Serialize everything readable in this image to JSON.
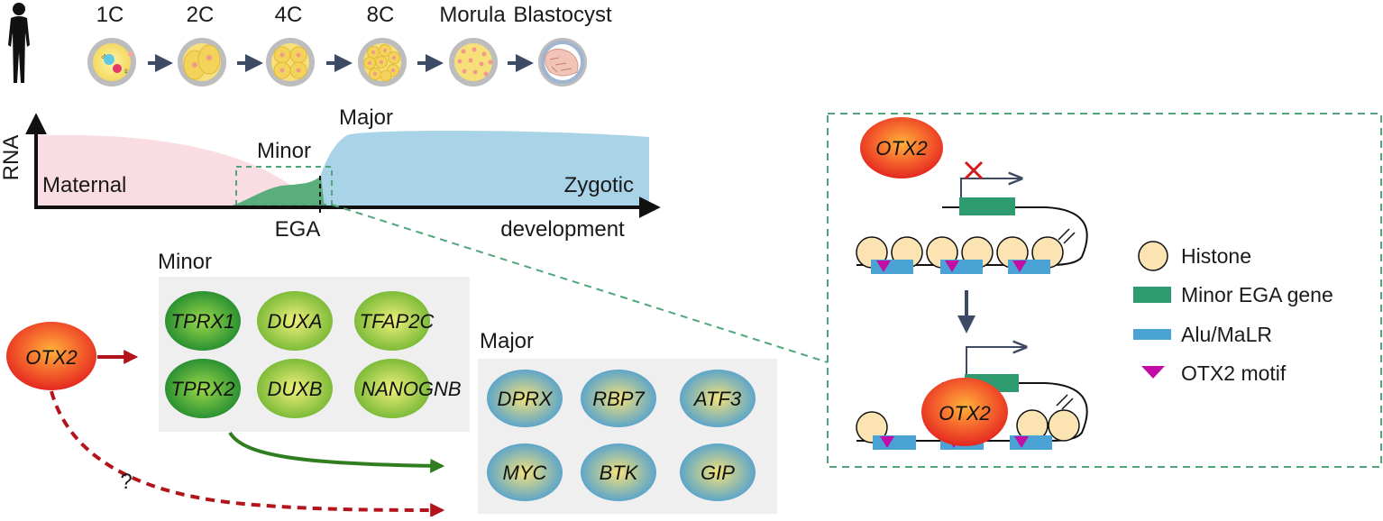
{
  "stages": [
    "1C",
    "2C",
    "4C",
    "8C",
    "Morula",
    "Blastocyst"
  ],
  "plot": {
    "y_axis_label": "RNA",
    "x_axis_label": "development",
    "maternal_label": "Maternal",
    "zygotic_label": "Zygotic",
    "minor_label": "Minor",
    "major_label": "Major",
    "ega_label": "EGA"
  },
  "minor_group": {
    "title": "Minor",
    "genes": [
      "TPRX1",
      "DUXA",
      "TFAP2C",
      "TPRX2",
      "DUXB",
      "NANOGNB"
    ]
  },
  "major_group": {
    "title": "Major",
    "genes": [
      "DPRX",
      "RBP7",
      "ATF3",
      "MYC",
      "BTK",
      "GIP"
    ]
  },
  "otx2_label": "OTX2",
  "unknown_link_label": "?",
  "legend": [
    {
      "label": "Histone",
      "icon": "histone-icon"
    },
    {
      "label": "Minor EGA gene",
      "icon": "minor-ega-gene-icon"
    },
    {
      "label": "Alu/MaLR",
      "icon": "alu-malr-icon"
    },
    {
      "label": "OTX2 motif",
      "icon": "otx2-motif-icon"
    }
  ],
  "colors": {
    "maternal_fill": "#f9dde3",
    "zygotic_fill": "#a9d3e6",
    "minor_fill": "#5aae7c",
    "otx2_red": "#e83a2a",
    "gene_green": "#2e9a6f",
    "alu_blue": "#4aa3d4",
    "motif_magenta": "#c20da6",
    "histone_fill": "#fce3b2",
    "arrow_red": "#b3141b",
    "arrow_green": "#2f7d1e",
    "dashed_green": "#4fa67a"
  }
}
